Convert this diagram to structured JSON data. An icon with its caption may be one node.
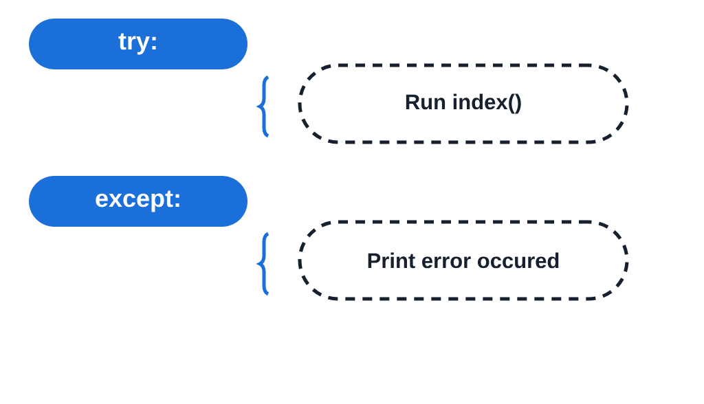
{
  "diagram": {
    "nodes": [
      {
        "text": [
          "try:"
        ]
      },
      {
        "text": [
          "Run index()"
        ]
      },
      {
        "text": [
          "except:"
        ]
      },
      {
        "text": [
          "Print error occured"
        ]
      }
    ]
  }
}
